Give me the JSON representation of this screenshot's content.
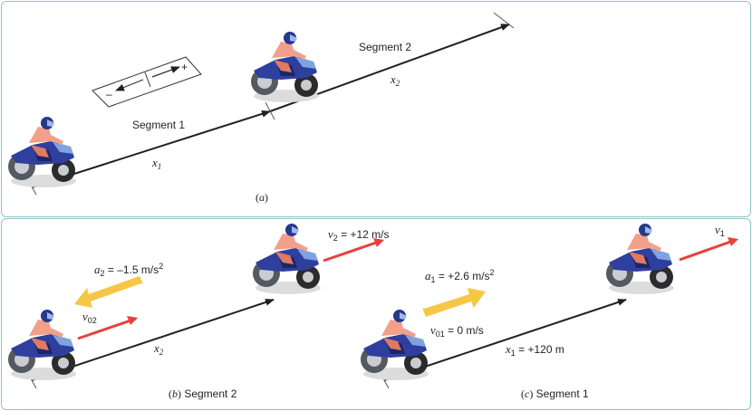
{
  "panel_a": {
    "caption_letter": "a",
    "segment1_label": "Segment 1",
    "segment2_label": "Segment 2",
    "x1_sym": "x",
    "x1_sub": "1",
    "x2_sym": "x",
    "x2_sub": "2",
    "sign_minus": "–",
    "sign_plus": "+"
  },
  "panel_b": {
    "caption_letter": "b",
    "caption_text": " Segment 2",
    "a2_sym": "a",
    "a2_sub": "2",
    "a2_value": " = –1.5 m/s",
    "a2_exp": "2",
    "v02_sym": "v",
    "v02_sub": "02",
    "v2_sym": "v",
    "v2_sub": "2",
    "v2_value": " = +12 m/s",
    "x2_sym": "x",
    "x2_sub": "2"
  },
  "panel_c": {
    "caption_letter": "c",
    "caption_text": " Segment 1",
    "a1_sym": "a",
    "a1_sub": "1",
    "a1_value": " = +2.6 m/s",
    "a1_exp": "2",
    "v01_sym": "v",
    "v01_sub": "01",
    "v01_value": " = 0 m/s",
    "v1_sym": "v",
    "v1_sub": "1",
    "x1_sym": "x",
    "x1_sub": "1",
    "x1_value": " = +120 m"
  },
  "colors": {
    "velocity_arrow": "#e8413c",
    "accel_arrow": "#f6c744",
    "path": "#231f20",
    "border": "#8fc5c7",
    "bike_body": "#2f3f9e",
    "rider_skin": "#f2a08a"
  }
}
